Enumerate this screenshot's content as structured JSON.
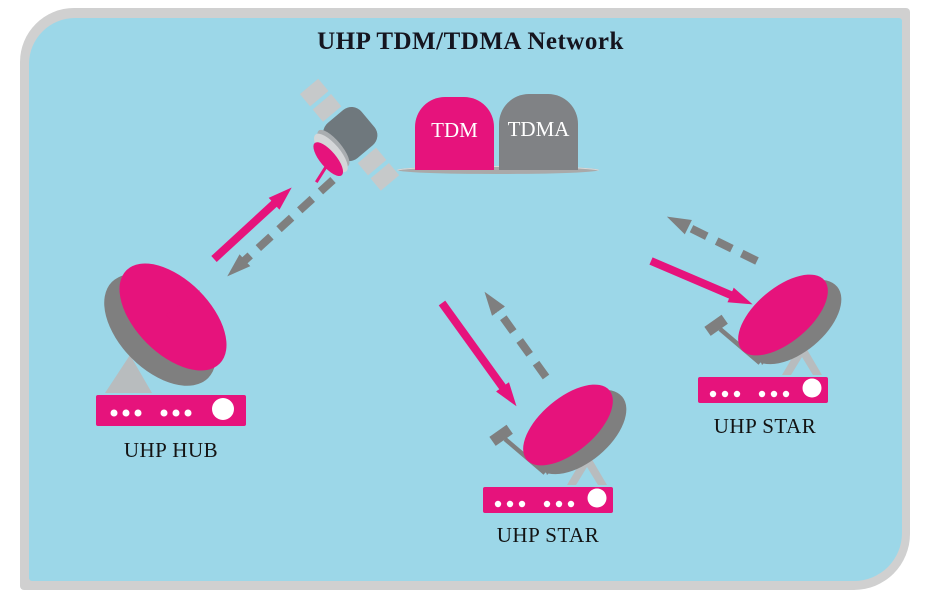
{
  "title": "UHP TDM/TDMA Network",
  "satellite": {
    "icon": "satellite-icon",
    "tdm_label": "TDM",
    "tdma_label": "TDMA"
  },
  "nodes": [
    {
      "id": "uhp-hub",
      "label": "UHP HUB"
    },
    {
      "id": "uhp-star-1",
      "label": "UHP STAR"
    },
    {
      "id": "uhp-star-2",
      "label": "UHP STAR"
    }
  ],
  "links": [
    {
      "from": "uhp-hub",
      "to": "satellite",
      "style": "solid",
      "color": "#e6137c"
    },
    {
      "from": "satellite",
      "to": "uhp-hub",
      "style": "dashed",
      "color": "#7f7f7f"
    },
    {
      "from": "satellite",
      "to": "uhp-star-1",
      "style": "solid",
      "color": "#e6137c"
    },
    {
      "from": "uhp-star-1",
      "to": "satellite",
      "style": "dashed",
      "color": "#7f7f7f"
    },
    {
      "from": "satellite",
      "to": "uhp-star-2",
      "style": "solid",
      "color": "#e6137c"
    },
    {
      "from": "uhp-star-2",
      "to": "satellite",
      "style": "dashed",
      "color": "#7f7f7f"
    }
  ],
  "colors": {
    "background": "#9cd7e8",
    "frame": "#d0d0d0",
    "pink": "#e6137c",
    "dark_gray": "#7f7f7f",
    "light_gray": "#c2c6c9",
    "text": "#15151f"
  }
}
